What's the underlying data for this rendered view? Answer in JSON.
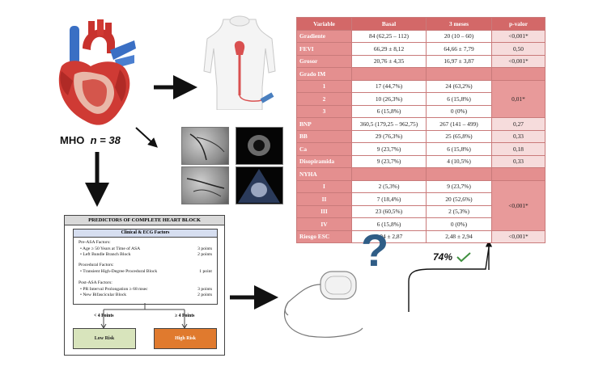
{
  "cohort": {
    "label": "MHO",
    "n_text": "n = 38"
  },
  "table": {
    "headers": [
      "Variable",
      "Basal",
      "3 meses",
      "p-valor"
    ],
    "rows": [
      {
        "var": "Gradiente",
        "basal": "84 (62,25 – 112)",
        "m3": "20 (10 – 60)",
        "p": "<0,001*"
      },
      {
        "var": "FEVI",
        "basal": "66,29 ± 8,12",
        "m3": "64,66 ± 7,79",
        "p": "0,50"
      },
      {
        "var": "Grosor",
        "basal": "20,76 ± 4,35",
        "m3": "16,97 ± 3,87",
        "p": "<0,001*"
      },
      {
        "var": "Grado IM",
        "basal": "",
        "m3": "",
        "p": ""
      },
      {
        "var": "1",
        "basal": "17 (44,7%)",
        "m3": "24 (63,2%)",
        "p": "0,01*"
      },
      {
        "var": "2",
        "basal": "10 (26,3%)",
        "m3": "6 (15,8%)",
        "p": ""
      },
      {
        "var": "3",
        "basal": "6 (15,8%)",
        "m3": "0 (0%)",
        "p": ""
      },
      {
        "var": "BNP",
        "basal": "360,5 (179,25 – 962,75)",
        "m3": "267 (141 – 499)",
        "p": "0,27"
      },
      {
        "var": "BB",
        "basal": "29 (76,3%)",
        "m3": "25 (65,8%)",
        "p": "0,33"
      },
      {
        "var": "Ca",
        "basal": "9 (23,7%)",
        "m3": "6 (15,8%)",
        "p": "0,18"
      },
      {
        "var": "Disopiramida",
        "basal": "9 (23,7%)",
        "m3": "4 (10,5%)",
        "p": "0,33"
      },
      {
        "var": "NYHA",
        "basal": "",
        "m3": "",
        "p": ""
      },
      {
        "var": "I",
        "basal": "2 (5,3%)",
        "m3": "9 (23,7%)",
        "p": "<0,001*"
      },
      {
        "var": "II",
        "basal": "7 (18,4%)",
        "m3": "20 (52,6%)",
        "p": ""
      },
      {
        "var": "III",
        "basal": "23 (60,5%)",
        "m3": "2 (5,3%)",
        "p": ""
      },
      {
        "var": "IV",
        "basal": "6 (15,8%)",
        "m3": "0 (0%)",
        "p": ""
      },
      {
        "var": "Riesgo ESC",
        "basal": "3,04 ± 2,87",
        "m3": "2,48 ± 2,94",
        "p": "<0,001*"
      }
    ]
  },
  "predictors": {
    "title": "PREDICTORS OF COMPLETE HEART BLOCK",
    "box_title": "Clinical & ECG Factors",
    "pre_heading": "Pre-ASA Factors:",
    "pre_1": "•   Age ≥ 50 Years at Time of ASA",
    "pre_1_pts": "3 points",
    "pre_2": "•   Left Bundle Branch Block",
    "pre_2_pts": "2 points",
    "proc_heading": "Procedural Factors:",
    "proc_1": "•   Transient High-Degree Procedural Block",
    "proc_1_pts": "1 point",
    "post_heading": "Post-ASA Factors:",
    "post_1": "•   PR Interval Prolongation ≥ 68 msec",
    "post_1_pts": "3 points",
    "post_2": "•   New Bifascicular Block",
    "post_2_pts": "2 points",
    "lt_label": "< 4 Points",
    "ge_label": "≥ 4 Points",
    "low_risk": "Low Risk",
    "high_risk": "High Risk"
  },
  "outcome": {
    "percent": "74%",
    "question_mark": "?"
  },
  "colors": {
    "table_header": "#d36868",
    "table_var": "#e48f8f",
    "low_risk": "#d8e4bc",
    "high_risk": "#e07a2e",
    "question": "#2f5d86",
    "check": "#3f8f3f"
  }
}
